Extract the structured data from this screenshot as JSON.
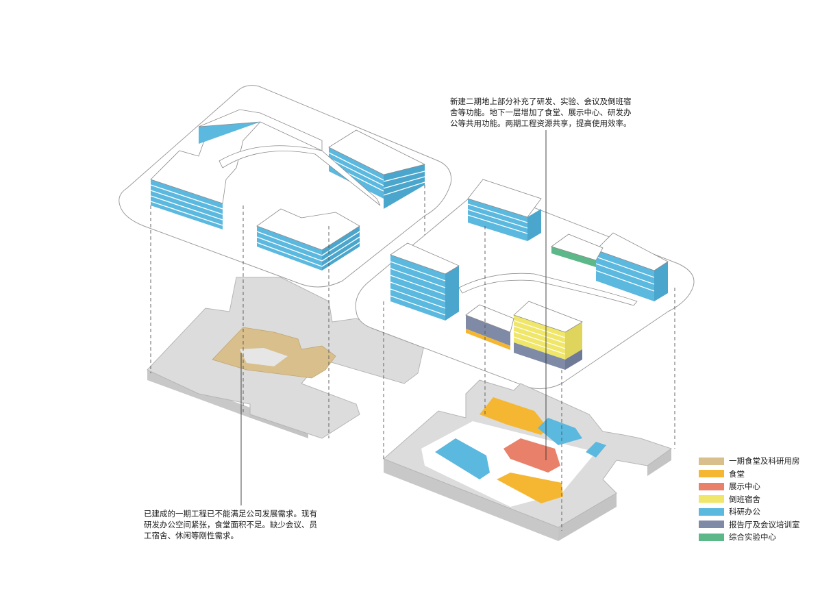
{
  "notes": {
    "phase2": [
      "新建二期地上部分补充了研发、实验、会议及倒班宿",
      "舍等功能。地下一层增加了食堂、展示中心、研发办",
      "公等共用功能。两期工程资源共享，提高使用效率。"
    ],
    "phase1": [
      "已建成的一期工程已不能满足公司发展需求。现有",
      "研发办公空间紧张，食堂面积不足。缺少会议、员",
      "工宿舍、休闲等刚性需求。"
    ]
  },
  "legend": [
    {
      "label": "一期食堂及科研用房",
      "color": "#d8bf8c",
      "icon": "swatch"
    },
    {
      "label": "食堂",
      "color": "#f5b731",
      "icon": "swatch"
    },
    {
      "label": "展示中心",
      "color": "#e8806a",
      "icon": "swatch"
    },
    {
      "label": "倒班宿舍",
      "color": "#f0e66a",
      "icon": "swatch"
    },
    {
      "label": "科研办公",
      "color": "#5bb8df",
      "icon": "swatch"
    },
    {
      "label": "报告厅及会议培训室",
      "color": "#7e8aa6",
      "icon": "swatch"
    },
    {
      "label": "综合实验中心",
      "color": "#5cb888",
      "icon": "swatch"
    }
  ],
  "colors": {
    "basement": "#dcdcdc",
    "basement_side": "#c8c8c8",
    "site_outline": "#9a9a9a",
    "building_top": "#ffffff",
    "building_stripe": "#5bb8df"
  }
}
